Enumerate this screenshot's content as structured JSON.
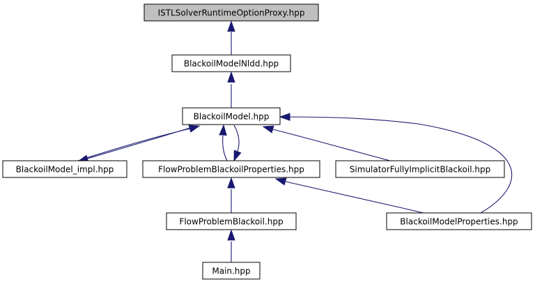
{
  "graph": {
    "nodes": [
      {
        "id": "proxy",
        "label": "ISTLSolverRuntimeOptionProxy.hpp",
        "highlighted": true
      },
      {
        "id": "nldd",
        "label": "BlackoilModelNldd.hpp",
        "highlighted": false
      },
      {
        "id": "model",
        "label": "BlackoilModel.hpp",
        "highlighted": false
      },
      {
        "id": "impl",
        "label": "BlackoilModel_impl.hpp",
        "highlighted": false
      },
      {
        "id": "fpbprops",
        "label": "FlowProblemBlackoilProperties.hpp",
        "highlighted": false
      },
      {
        "id": "sim",
        "label": "SimulatorFullyImplicitBlackoil.hpp",
        "highlighted": false
      },
      {
        "id": "fpb",
        "label": "FlowProblemBlackoil.hpp",
        "highlighted": false
      },
      {
        "id": "modelprops",
        "label": "BlackoilModelProperties.hpp",
        "highlighted": false
      },
      {
        "id": "main",
        "label": "Main.hpp",
        "highlighted": false
      }
    ],
    "edges": [
      {
        "from": "nldd",
        "to": "proxy"
      },
      {
        "from": "model",
        "to": "nldd"
      },
      {
        "from": "impl",
        "to": "model"
      },
      {
        "from": "model",
        "to": "impl"
      },
      {
        "from": "fpbprops",
        "to": "model"
      },
      {
        "from": "model",
        "to": "fpbprops"
      },
      {
        "from": "sim",
        "to": "model"
      },
      {
        "from": "modelprops",
        "to": "model"
      },
      {
        "from": "fpb",
        "to": "fpbprops"
      },
      {
        "from": "modelprops",
        "to": "fpbprops"
      },
      {
        "from": "main",
        "to": "fpb"
      }
    ],
    "colors": {
      "edge": "#191970",
      "node_fill": "#ffffff",
      "highlight_fill": "#bfbfbf",
      "border": "#000000"
    }
  }
}
